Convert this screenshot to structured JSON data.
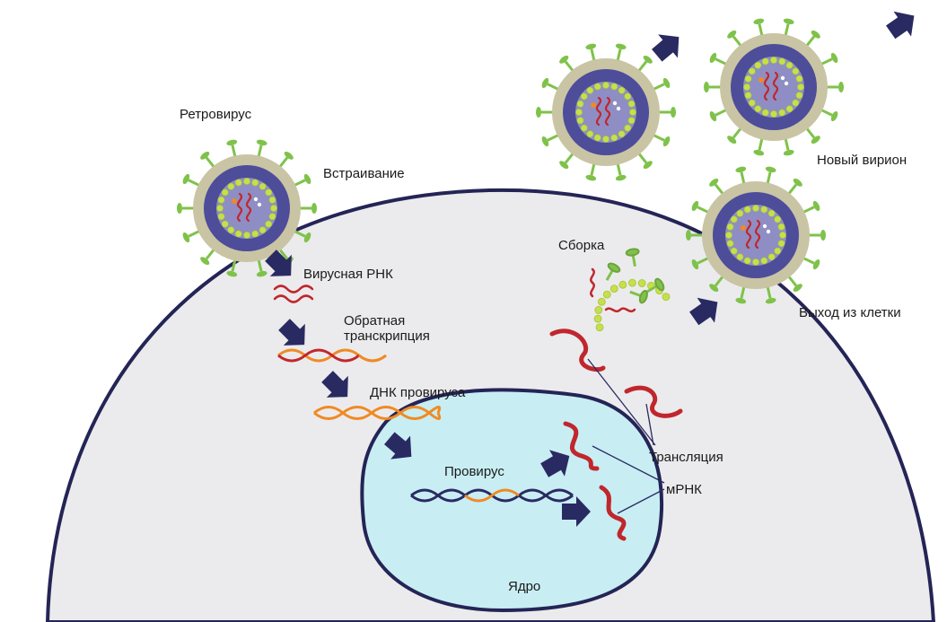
{
  "labels": {
    "retrovirus": "Ретровирус",
    "integration": "Встраивание",
    "viral_rna": "Вирусная РНК",
    "reverse_transcription_1": "Обратная",
    "reverse_transcription_2": "транскрипция",
    "provirus_dna": "ДНК провируса",
    "provirus": "Провирус",
    "nucleus": "Ядро",
    "mrna": "мРНК",
    "translation": "Трансляция",
    "assembly": "Сборка",
    "exit": "Выход из клетки",
    "new_virion": "Новый вирион"
  },
  "colors": {
    "cell_fill": "#ebebed",
    "cell_outline": "#242456",
    "nucleus_fill": "#c8eef3",
    "arrow": "#2a2a62",
    "rna": "#c0272d",
    "dna_orange": "#f08a24",
    "dna_dark": "#2a2a62",
    "envelope": "#c9c4a3",
    "capsid": "#4d4d9a",
    "inner_core": "#8e8ec4",
    "spikes": "#7fc24a",
    "beads": "#c5e04a"
  }
}
